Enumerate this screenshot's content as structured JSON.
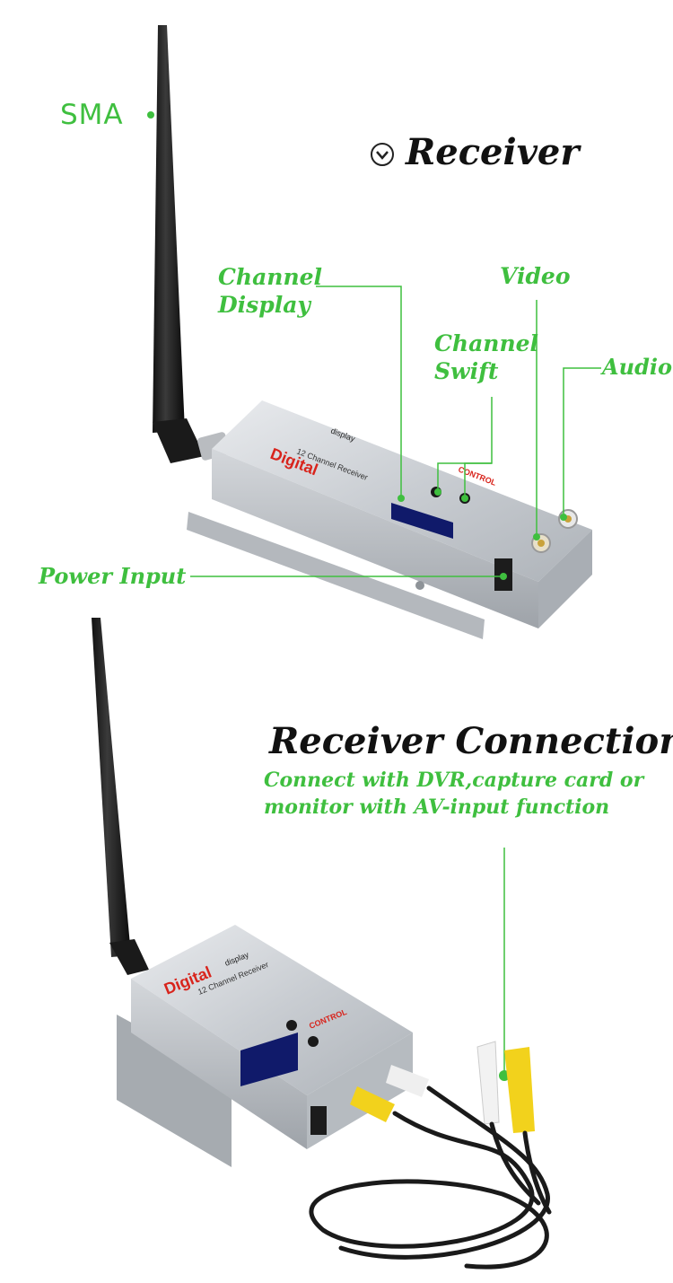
{
  "labels": {
    "sma": "SMA",
    "receiver_title": "Receiver",
    "channel_display_line1": "Channel",
    "channel_display_line2": "Display",
    "video": "Video",
    "channel_swift_line1": "Channel",
    "channel_swift_line2": "Swift",
    "audio": "Audio",
    "power_input": "Power Input"
  },
  "connection": {
    "title": "Receiver Connection",
    "line1": "Connect with DVR,capture card or",
    "line2": "monitor with AV-input function"
  },
  "device": {
    "brand": "Digital",
    "brand_suffix": "display",
    "model": "12 Channel Receiver",
    "control": "CONTROL"
  },
  "colors": {
    "accent_green": "#3fbf3f",
    "title_black": "#111111",
    "control_red": "#d8241c"
  }
}
